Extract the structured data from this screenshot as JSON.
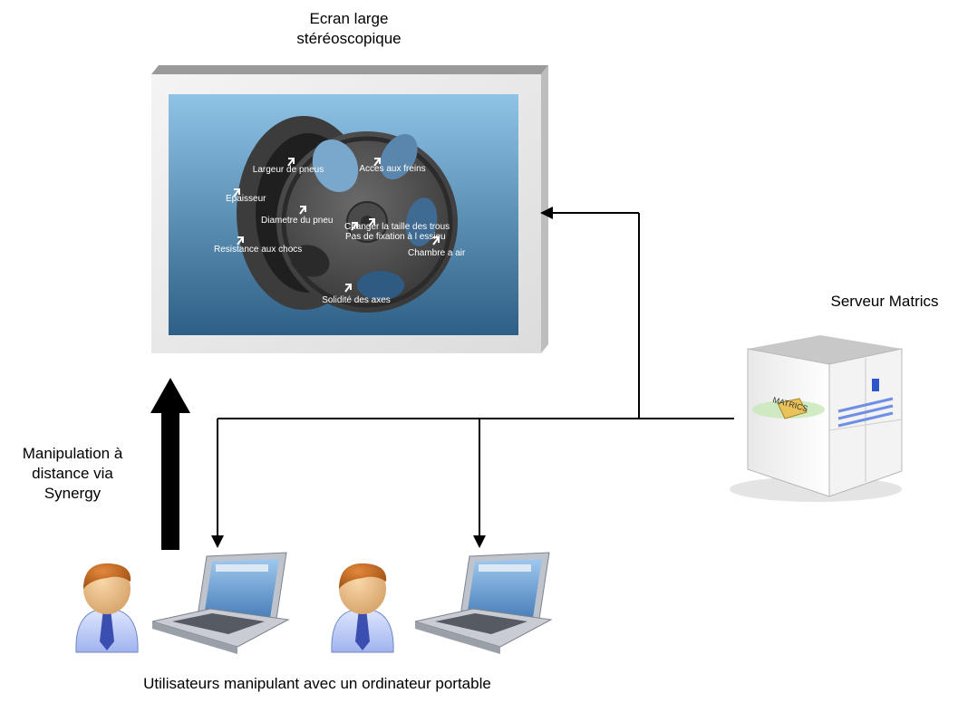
{
  "screen": {
    "title_line1": "Ecran large",
    "title_line2": "stéréoscopique",
    "wheel_labels": {
      "largeur": "Largeur de pneus",
      "acces": "Acces aux freins",
      "epaisseur": "Epaisseur",
      "diametre": "Diametre du pneu",
      "changer": "Changer la taille des trous",
      "pas": "Pas de fixation à l essieu",
      "resistance": "Resistance aux chocs",
      "chambre": "Chambre a air",
      "solidite": "Solidité des axes"
    }
  },
  "server": {
    "label": "Serveur Matrics",
    "brand": "MATRICS"
  },
  "manipulation": {
    "line1": "Manipulation à",
    "line2": "distance via",
    "line3": "Synergy"
  },
  "users": {
    "caption": "Utilisateurs manipulant avec un ordinateur portable"
  },
  "colors": {
    "screen_top": "#8ec3e6",
    "screen_bottom": "#2e5f86",
    "arrow": "#000000"
  }
}
